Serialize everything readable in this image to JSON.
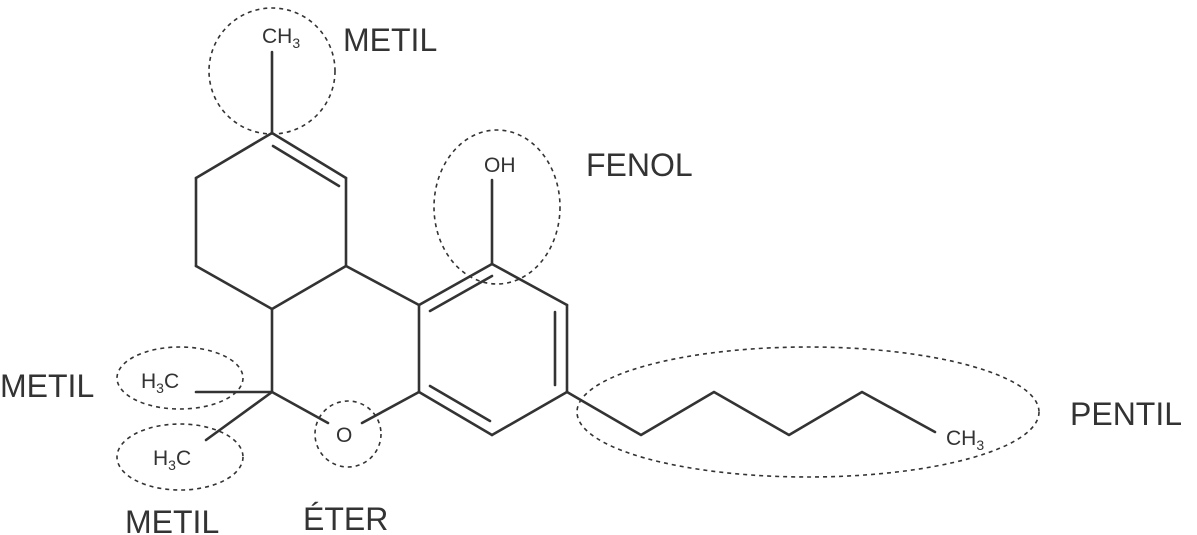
{
  "diagram": {
    "atoms": {
      "ch3_top": {
        "main": "CH",
        "sub": "3"
      },
      "oh": "OH",
      "ch3_left": {
        "pre": "H",
        "sub": "3",
        "post": "C"
      },
      "ch3_low": {
        "pre": "H",
        "sub": "3",
        "post": "C"
      },
      "o": "O",
      "ch3_chain": {
        "main": "CH",
        "sub": "3"
      }
    },
    "labels": {
      "metil_top": "METIL",
      "fenol": "FENOL",
      "metil_left": "METIL",
      "metil_bottom": "METIL",
      "eter": "ÉTER",
      "pentil": "PENTIL"
    }
  }
}
